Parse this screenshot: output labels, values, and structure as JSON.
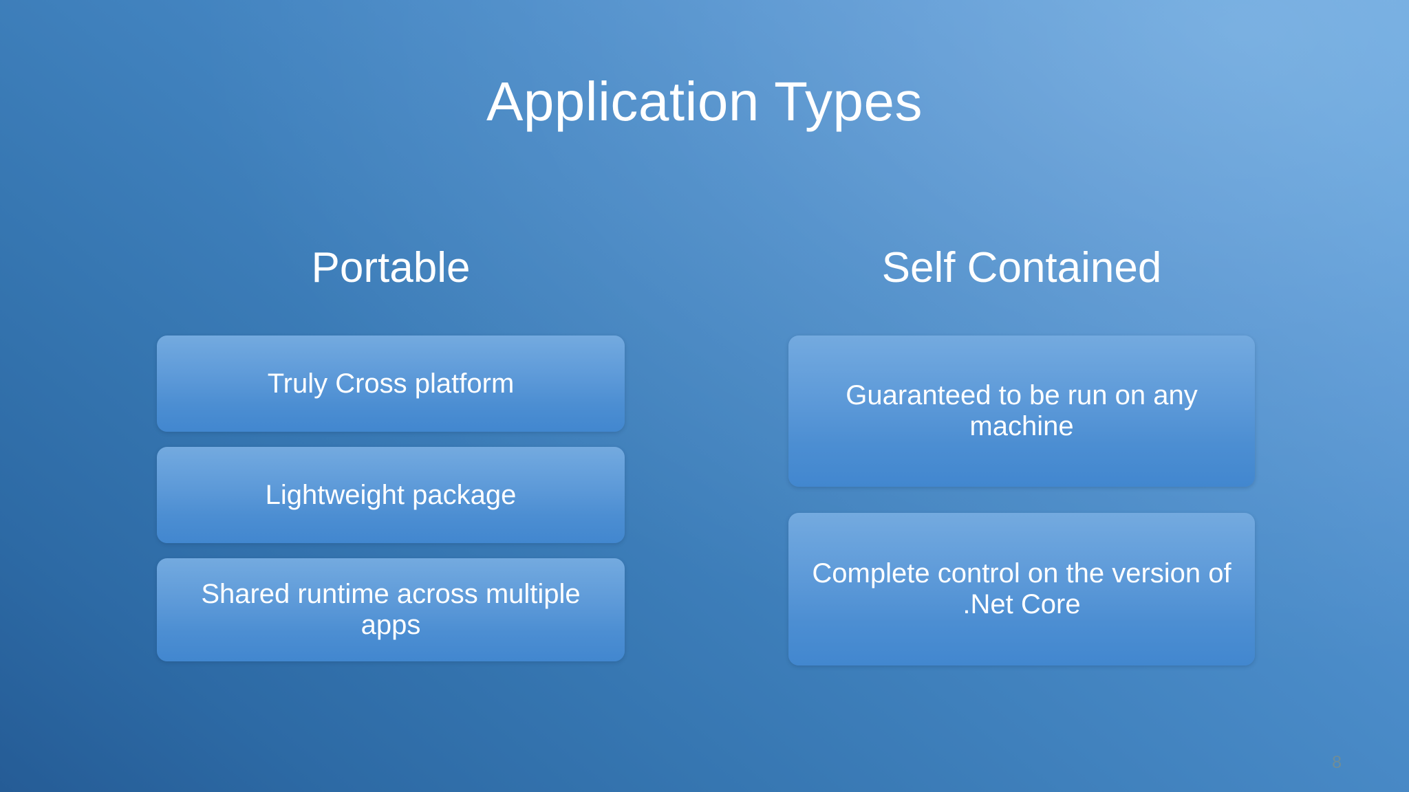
{
  "slide": {
    "title": "Application Types",
    "number": "8",
    "background_colors": {
      "top_right": "#64a4de",
      "top_left": "#3977b0",
      "bottom_left": "#255c96",
      "bottom_right": "#4d87c4"
    },
    "card_colors": {
      "gradient_top": "#74aadf",
      "gradient_bottom": "#4287cf",
      "text": "#ffffff"
    }
  },
  "columns": [
    {
      "heading": "Portable",
      "cards": [
        {
          "label": "Truly Cross platform"
        },
        {
          "label": "Lightweight package"
        },
        {
          "label": "Shared runtime across multiple apps"
        }
      ]
    },
    {
      "heading": "Self Contained",
      "cards": [
        {
          "label": "Guaranteed to be run on any machine"
        },
        {
          "label": "Complete control on the version of .Net Core"
        }
      ]
    }
  ]
}
